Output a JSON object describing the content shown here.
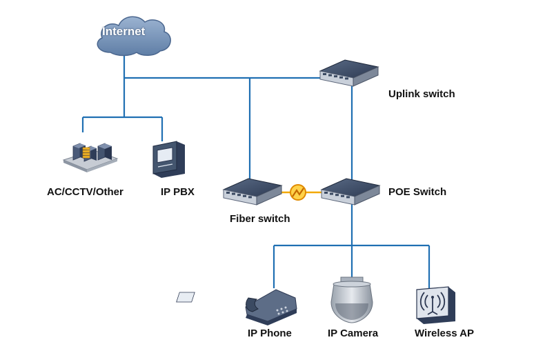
{
  "nodes": {
    "internet": "Internet",
    "uplink_switch": "Uplink switch",
    "ac_cctv": "AC/CCTV/Other",
    "ip_pbx": "IP PBX",
    "fiber_switch": "Fiber switch",
    "poe_switch": "POE Switch",
    "ip_phone": "IP Phone",
    "ip_camera": "IP Camera",
    "wireless_ap": "Wireless AP"
  },
  "colors": {
    "link_line": "#1f6fb2",
    "fiber_link": "#f2a800",
    "device_dark": "#3b4a62",
    "cloud": "#6f8db3"
  },
  "icons": {
    "internet": "cloud-icon",
    "uplink_switch": "switch-icon",
    "fiber_switch": "switch-icon",
    "poe_switch": "switch-icon",
    "fiber_link": "fiber-link-icon",
    "ac_cctv": "server-rack-icon",
    "ip_pbx": "pbx-icon",
    "ip_phone": "phone-icon",
    "ip_camera": "dome-camera-icon",
    "wireless_ap": "access-point-icon"
  }
}
